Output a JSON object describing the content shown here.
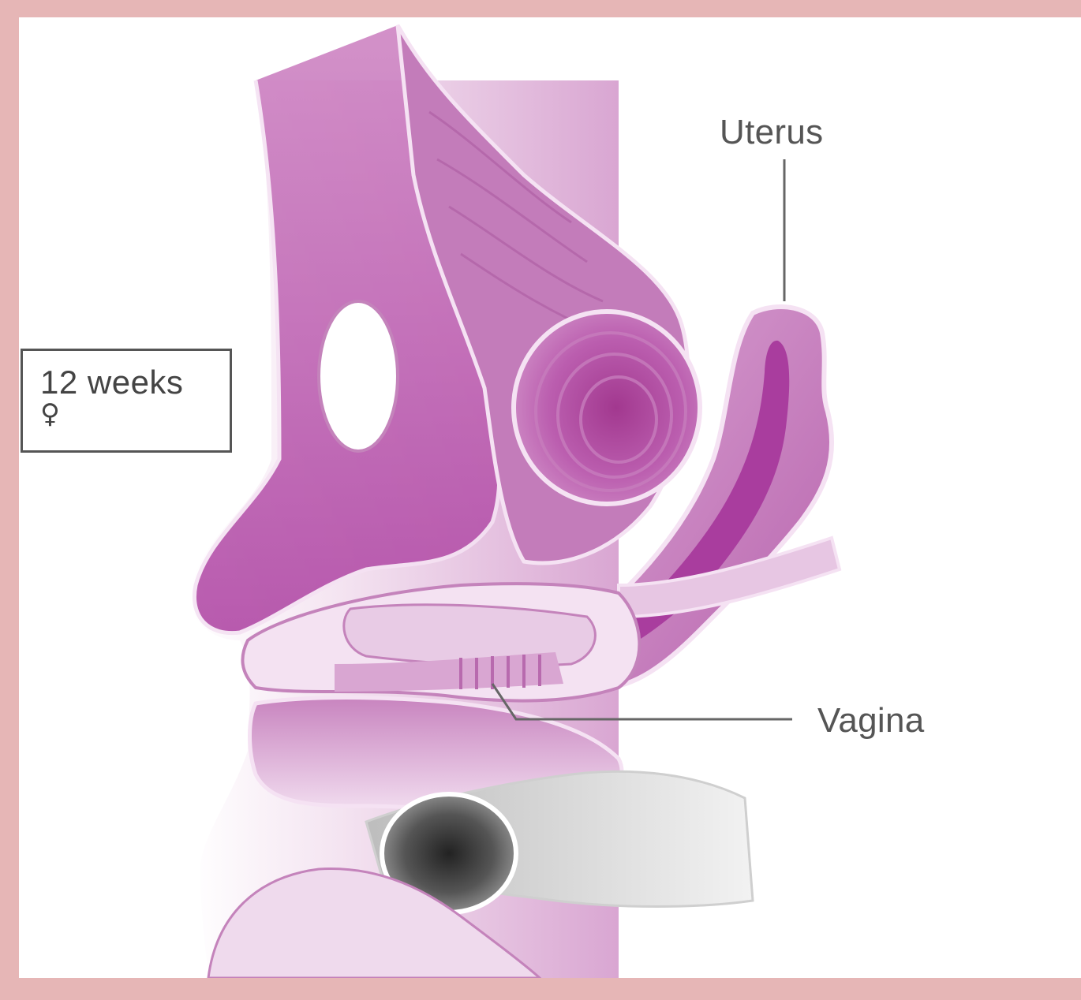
{
  "box": {
    "age": "12 weeks",
    "sex_symbol": "♀"
  },
  "labels": {
    "uterus": "Uterus",
    "vagina": "Vagina"
  },
  "colors": {
    "border": "#e6b6b6",
    "tissue_light": "#eed6ec",
    "tissue_mid": "#c97bc0",
    "tissue_dark": "#a93d9e",
    "rectum_dark": "#4a4a4a"
  }
}
